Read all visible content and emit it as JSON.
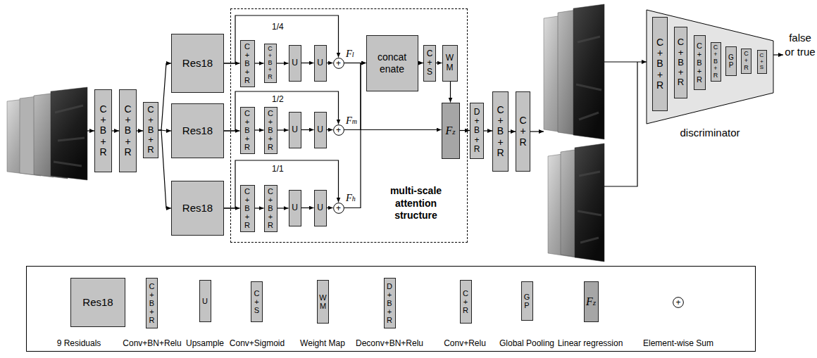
{
  "diagram": {
    "nodes": [
      {
        "text": [
          "C+B+R"
        ]
      },
      {
        "text": [
          "C+B+R"
        ]
      },
      {
        "text": [
          "C+B+R"
        ]
      },
      {
        "text": [
          "Res18"
        ]
      },
      {
        "text": [
          "Res18"
        ]
      },
      {
        "text": [
          "Res18"
        ]
      },
      {
        "text": [
          "multi-scale attention structure"
        ]
      },
      {
        "text": [
          "C+B+R"
        ],
        "in": 6
      },
      {
        "text": [
          "C+B+R"
        ],
        "in": 6
      },
      {
        "text": [
          "U"
        ],
        "in": 6
      },
      {
        "text": [
          "U"
        ],
        "in": 6
      },
      {
        "text": [
          "+"
        ],
        "in": 6
      },
      {
        "text": [
          "concat enate"
        ],
        "in": 6
      },
      {
        "text": [
          "C+S"
        ],
        "in": 6
      },
      {
        "text": [
          "WM"
        ],
        "in": 6
      },
      {
        "text": [
          "C+B+R"
        ],
        "in": 6
      },
      {
        "text": [
          "C+B+R"
        ],
        "in": 6
      },
      {
        "text": [
          "U"
        ],
        "in": 6
      },
      {
        "text": [
          "U"
        ],
        "in": 6
      },
      {
        "text": [
          "+"
        ],
        "in": 6
      },
      {
        "text": [
          "Fz"
        ],
        "in": 6
      },
      {
        "text": [
          "C+B+R"
        ],
        "in": 6
      },
      {
        "text": [
          "C+B+R"
        ],
        "in": 6
      },
      {
        "text": [
          "U"
        ],
        "in": 6
      },
      {
        "text": [
          "U"
        ],
        "in": 6
      },
      {
        "text": [
          "+"
        ],
        "in": 6
      },
      {
        "text": [
          "D+B+R"
        ]
      },
      {
        "text": [
          "C+B+R"
        ]
      },
      {
        "text": [
          "C+R"
        ]
      },
      {
        "text": [
          "discriminator"
        ]
      },
      {
        "text": [
          "C+B+R"
        ],
        "in": 29
      },
      {
        "text": [
          "C+B+R"
        ],
        "in": 29
      },
      {
        "text": [
          "C+B+R"
        ],
        "in": 29
      },
      {
        "text": [
          "C+B+R"
        ],
        "in": 29
      },
      {
        "text": [
          "GP"
        ],
        "in": 29
      },
      {
        "text": [
          "C+R"
        ],
        "in": 29
      },
      {
        "text": [
          "C+S"
        ],
        "in": 29
      },
      {
        "text": [
          "Res18"
        ]
      },
      {
        "text": [
          "C+B+R"
        ]
      },
      {
        "text": [
          "U"
        ]
      },
      {
        "text": [
          "C+S"
        ]
      },
      {
        "text": [
          "WM"
        ]
      },
      {
        "text": [
          "D+B+R"
        ]
      },
      {
        "text": [
          "C+R"
        ]
      },
      {
        "text": [
          "GP"
        ]
      },
      {
        "text": [
          "Fz"
        ]
      },
      {
        "text": [
          "+"
        ]
      }
    ],
    "edges": [
      {
        "from": 0,
        "to": 1,
        "arrow": "to"
      },
      {
        "from": 1,
        "to": 2,
        "arrow": "to"
      },
      {
        "from": 2,
        "to": 3,
        "arrow": "to"
      },
      {
        "from": 2,
        "to": 4,
        "arrow": "to"
      },
      {
        "from": 2,
        "to": 5,
        "arrow": "to"
      },
      {
        "from": 3,
        "to": 7,
        "arrow": "to"
      },
      {
        "from": 7,
        "to": 8,
        "arrow": "to"
      },
      {
        "from": 8,
        "to": 9,
        "arrow": "to"
      },
      {
        "from": 9,
        "to": 10,
        "arrow": "to"
      },
      {
        "from": 10,
        "to": 11,
        "arrow": "to"
      },
      {
        "from": 3,
        "to": 11,
        "arrow": "to"
      },
      {
        "from": 11,
        "to": 12,
        "arrow": "to"
      },
      {
        "from": 12,
        "to": 13,
        "arrow": "to"
      },
      {
        "from": 13,
        "to": 14,
        "arrow": "to"
      },
      {
        "from": 14,
        "to": 20,
        "arrow": "to"
      },
      {
        "from": 4,
        "to": 15,
        "arrow": "to"
      },
      {
        "from": 15,
        "to": 16,
        "arrow": "to"
      },
      {
        "from": 16,
        "to": 17,
        "arrow": "to"
      },
      {
        "from": 17,
        "to": 18,
        "arrow": "to"
      },
      {
        "from": 18,
        "to": 19,
        "arrow": "to"
      },
      {
        "from": 4,
        "to": 19,
        "arrow": "to"
      },
      {
        "from": 19,
        "to": 12,
        "arrow": "to"
      },
      {
        "from": 19,
        "to": 20,
        "arrow": "to"
      },
      {
        "from": 5,
        "to": 21,
        "arrow": "to"
      },
      {
        "from": 21,
        "to": 22,
        "arrow": "to"
      },
      {
        "from": 22,
        "to": 23,
        "arrow": "to"
      },
      {
        "from": 23,
        "to": 24,
        "arrow": "to"
      },
      {
        "from": 24,
        "to": 25,
        "arrow": "to"
      },
      {
        "from": 5,
        "to": 25,
        "arrow": "to"
      },
      {
        "from": 25,
        "to": 12,
        "arrow": "to"
      },
      {
        "from": 20,
        "to": 26,
        "arrow": "to"
      },
      {
        "from": 26,
        "to": 27,
        "arrow": "to"
      },
      {
        "from": 27,
        "to": 28,
        "arrow": "to"
      }
    ],
    "labels": [
      "1/4",
      "1/2",
      "1/1",
      "Fl",
      "Fm",
      "Fh",
      "false or true"
    ],
    "legend": [
      {
        "text": "9 Residuals"
      },
      {
        "text": "Conv+BN+Relu"
      },
      {
        "text": "Upsample"
      },
      {
        "text": "Conv+Sigmoid"
      },
      {
        "text": "Weight Map"
      },
      {
        "text": "Deconv+BN+Relu"
      },
      {
        "text": "Conv+Relu"
      },
      {
        "text": "Global Pooling"
      },
      {
        "text": "Linear regression"
      },
      {
        "text": "Element-wise Sum"
      }
    ]
  }
}
